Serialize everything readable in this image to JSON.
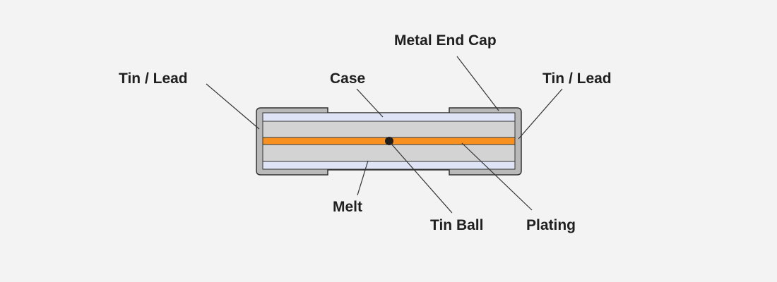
{
  "labels": {
    "tin_lead_left": "Tin / Lead",
    "case": "Case",
    "metal_end_cap": "Metal End Cap",
    "tin_lead_right": "Tin / Lead",
    "melt": "Melt",
    "tin_ball": "Tin Ball",
    "plating": "Plating"
  },
  "colors": {
    "background": "#f3f3f3",
    "end_cap": "#b9b9b9",
    "case": "#d3d3d3",
    "melt": "#dfe3f6",
    "plating": "#f7901e",
    "tin_ball": "#1f1f1f",
    "outline": "#333333"
  }
}
